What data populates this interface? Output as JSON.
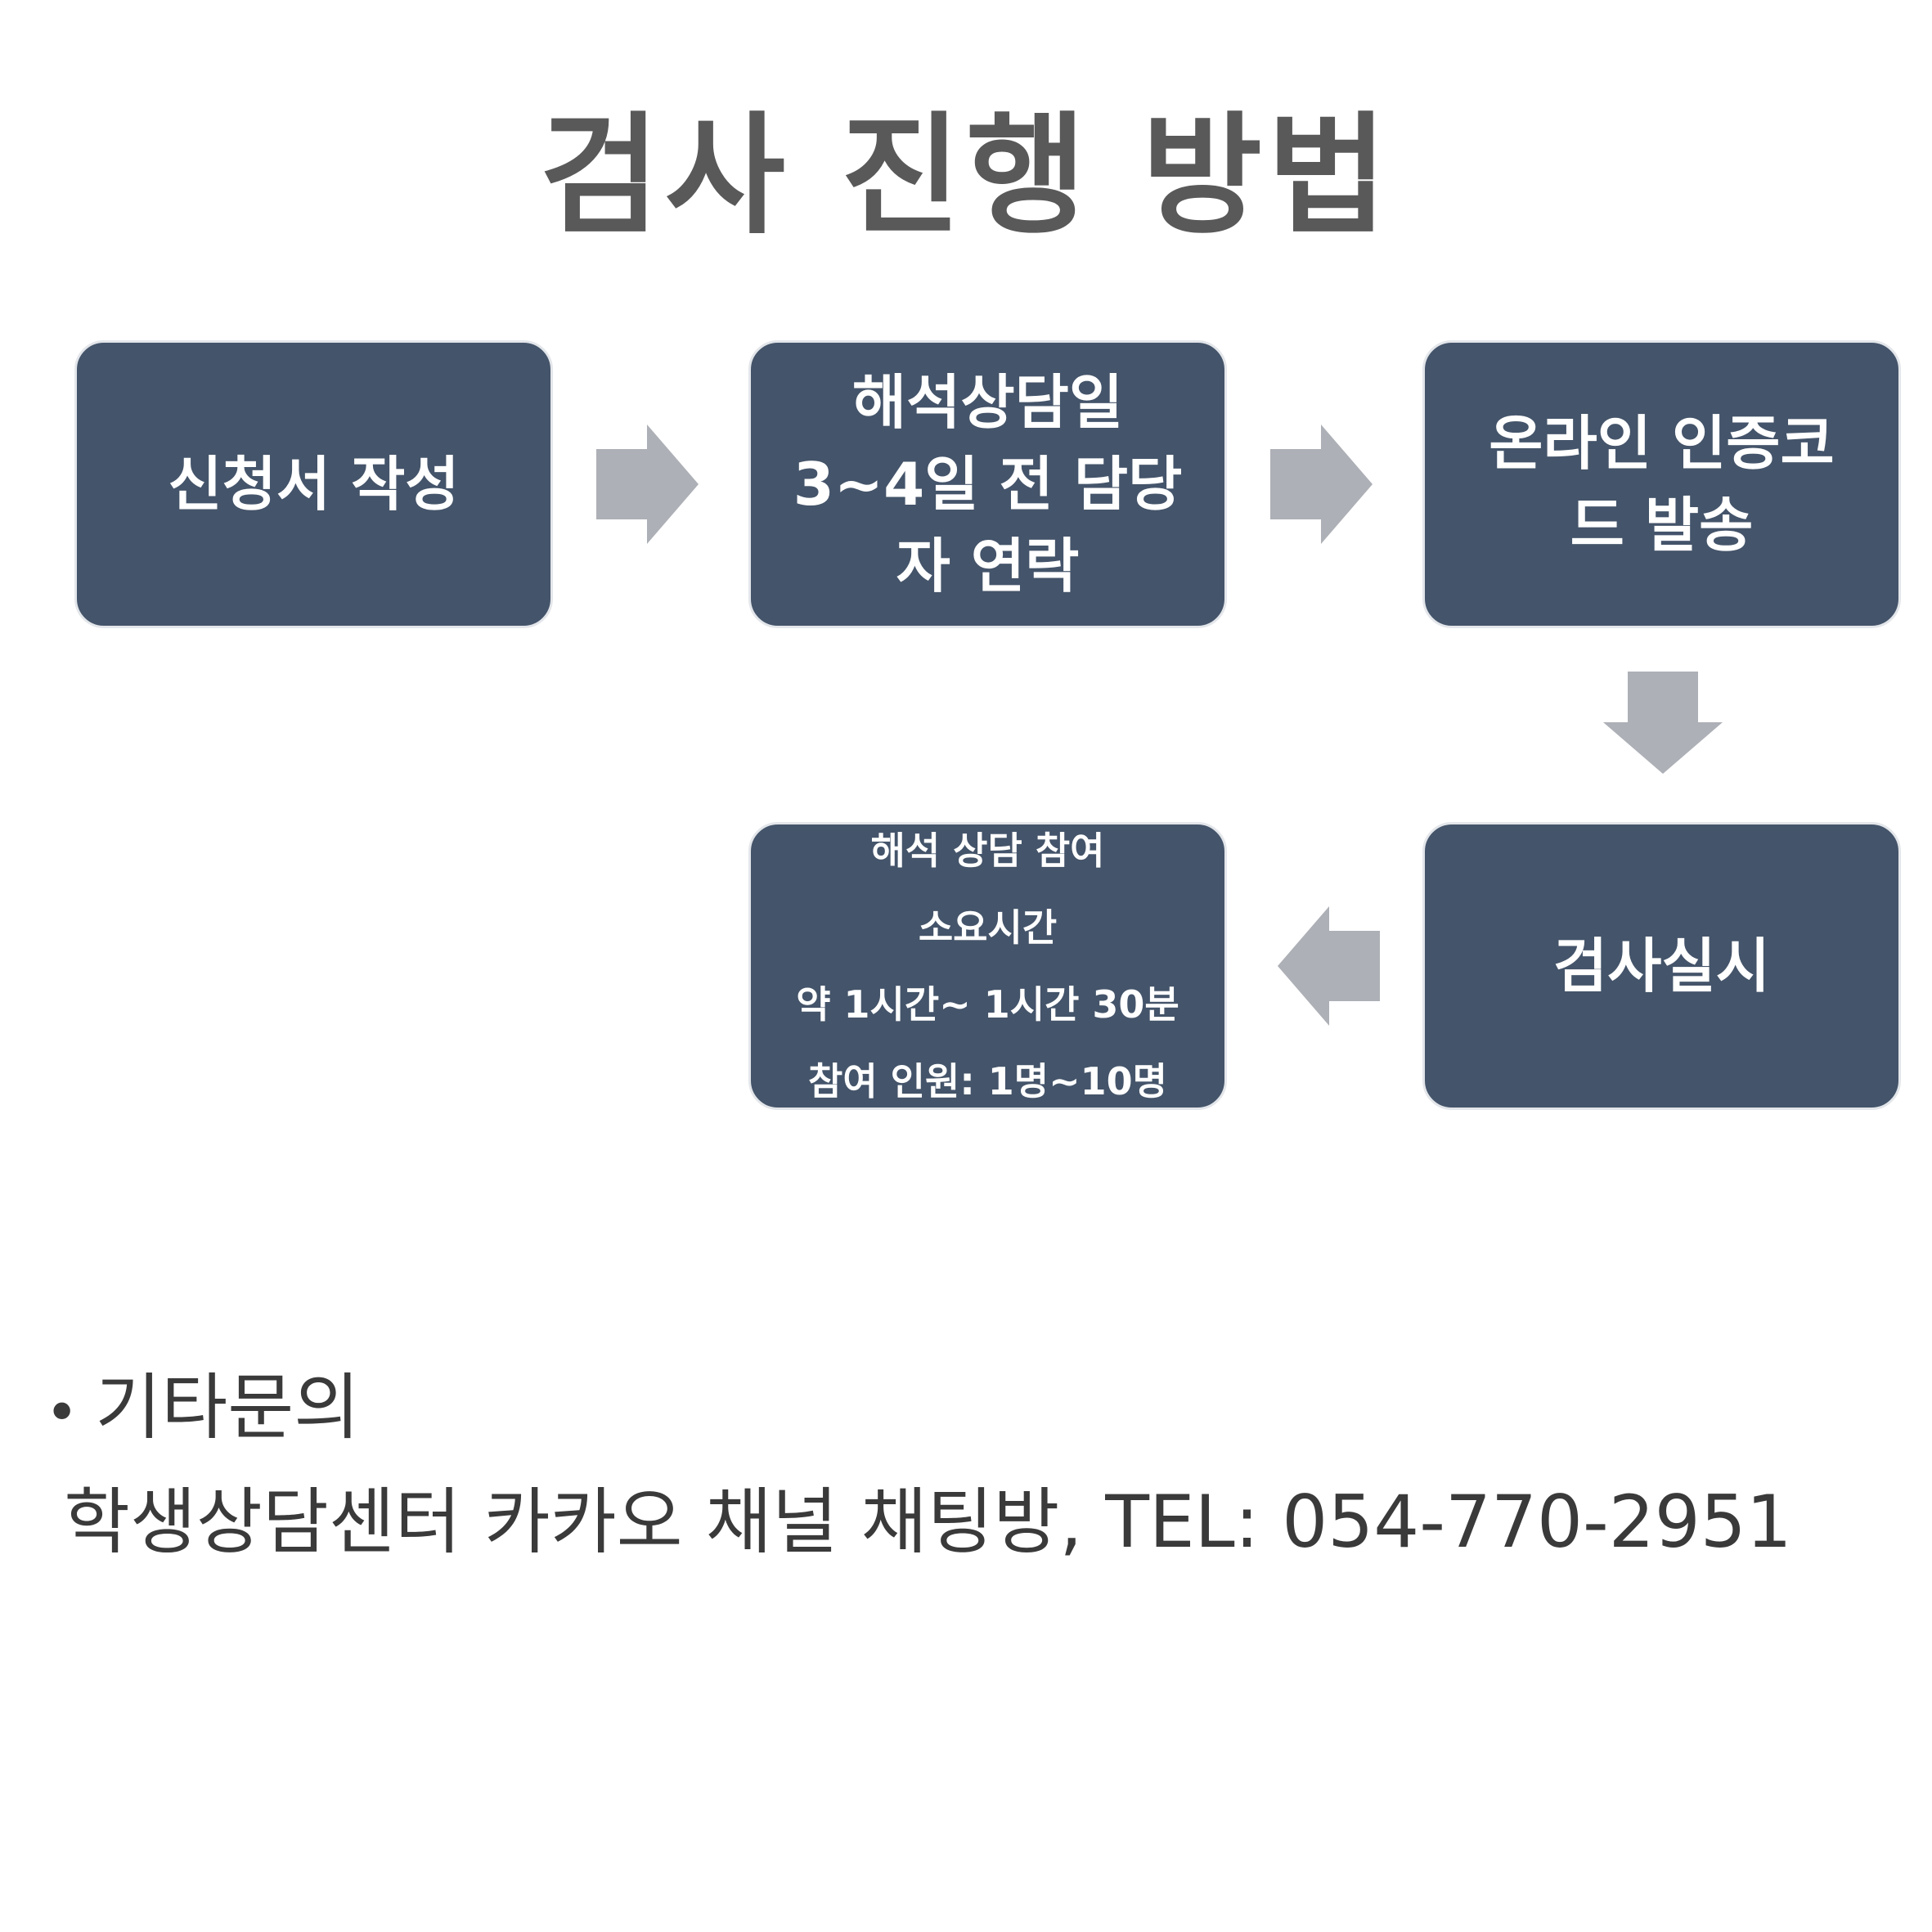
{
  "title": "검사 진행 방법",
  "steps": [
    {
      "lines": [
        "신청서 작성"
      ]
    },
    {
      "lines": [
        "해석상담일",
        "3~4일 전 담당",
        "자 연락"
      ]
    },
    {
      "lines": [
        "온라인 인증코",
        "드 발송"
      ]
    },
    {
      "lines": [
        "검사실시"
      ]
    },
    {
      "lines": [
        "해석 상담 참여",
        "소요시간",
        "약 1시간~ 1시간 30분",
        "참여 인원: 1명~10명"
      ]
    }
  ],
  "contact": {
    "bullet": "•",
    "heading": "기타문의",
    "detail": "학생상담센터 카카오 채널 채팅방, TEL: 054-770-2951"
  },
  "colors": {
    "box": "#44546a",
    "arrow": "#adb0b6",
    "title": "#595959"
  }
}
